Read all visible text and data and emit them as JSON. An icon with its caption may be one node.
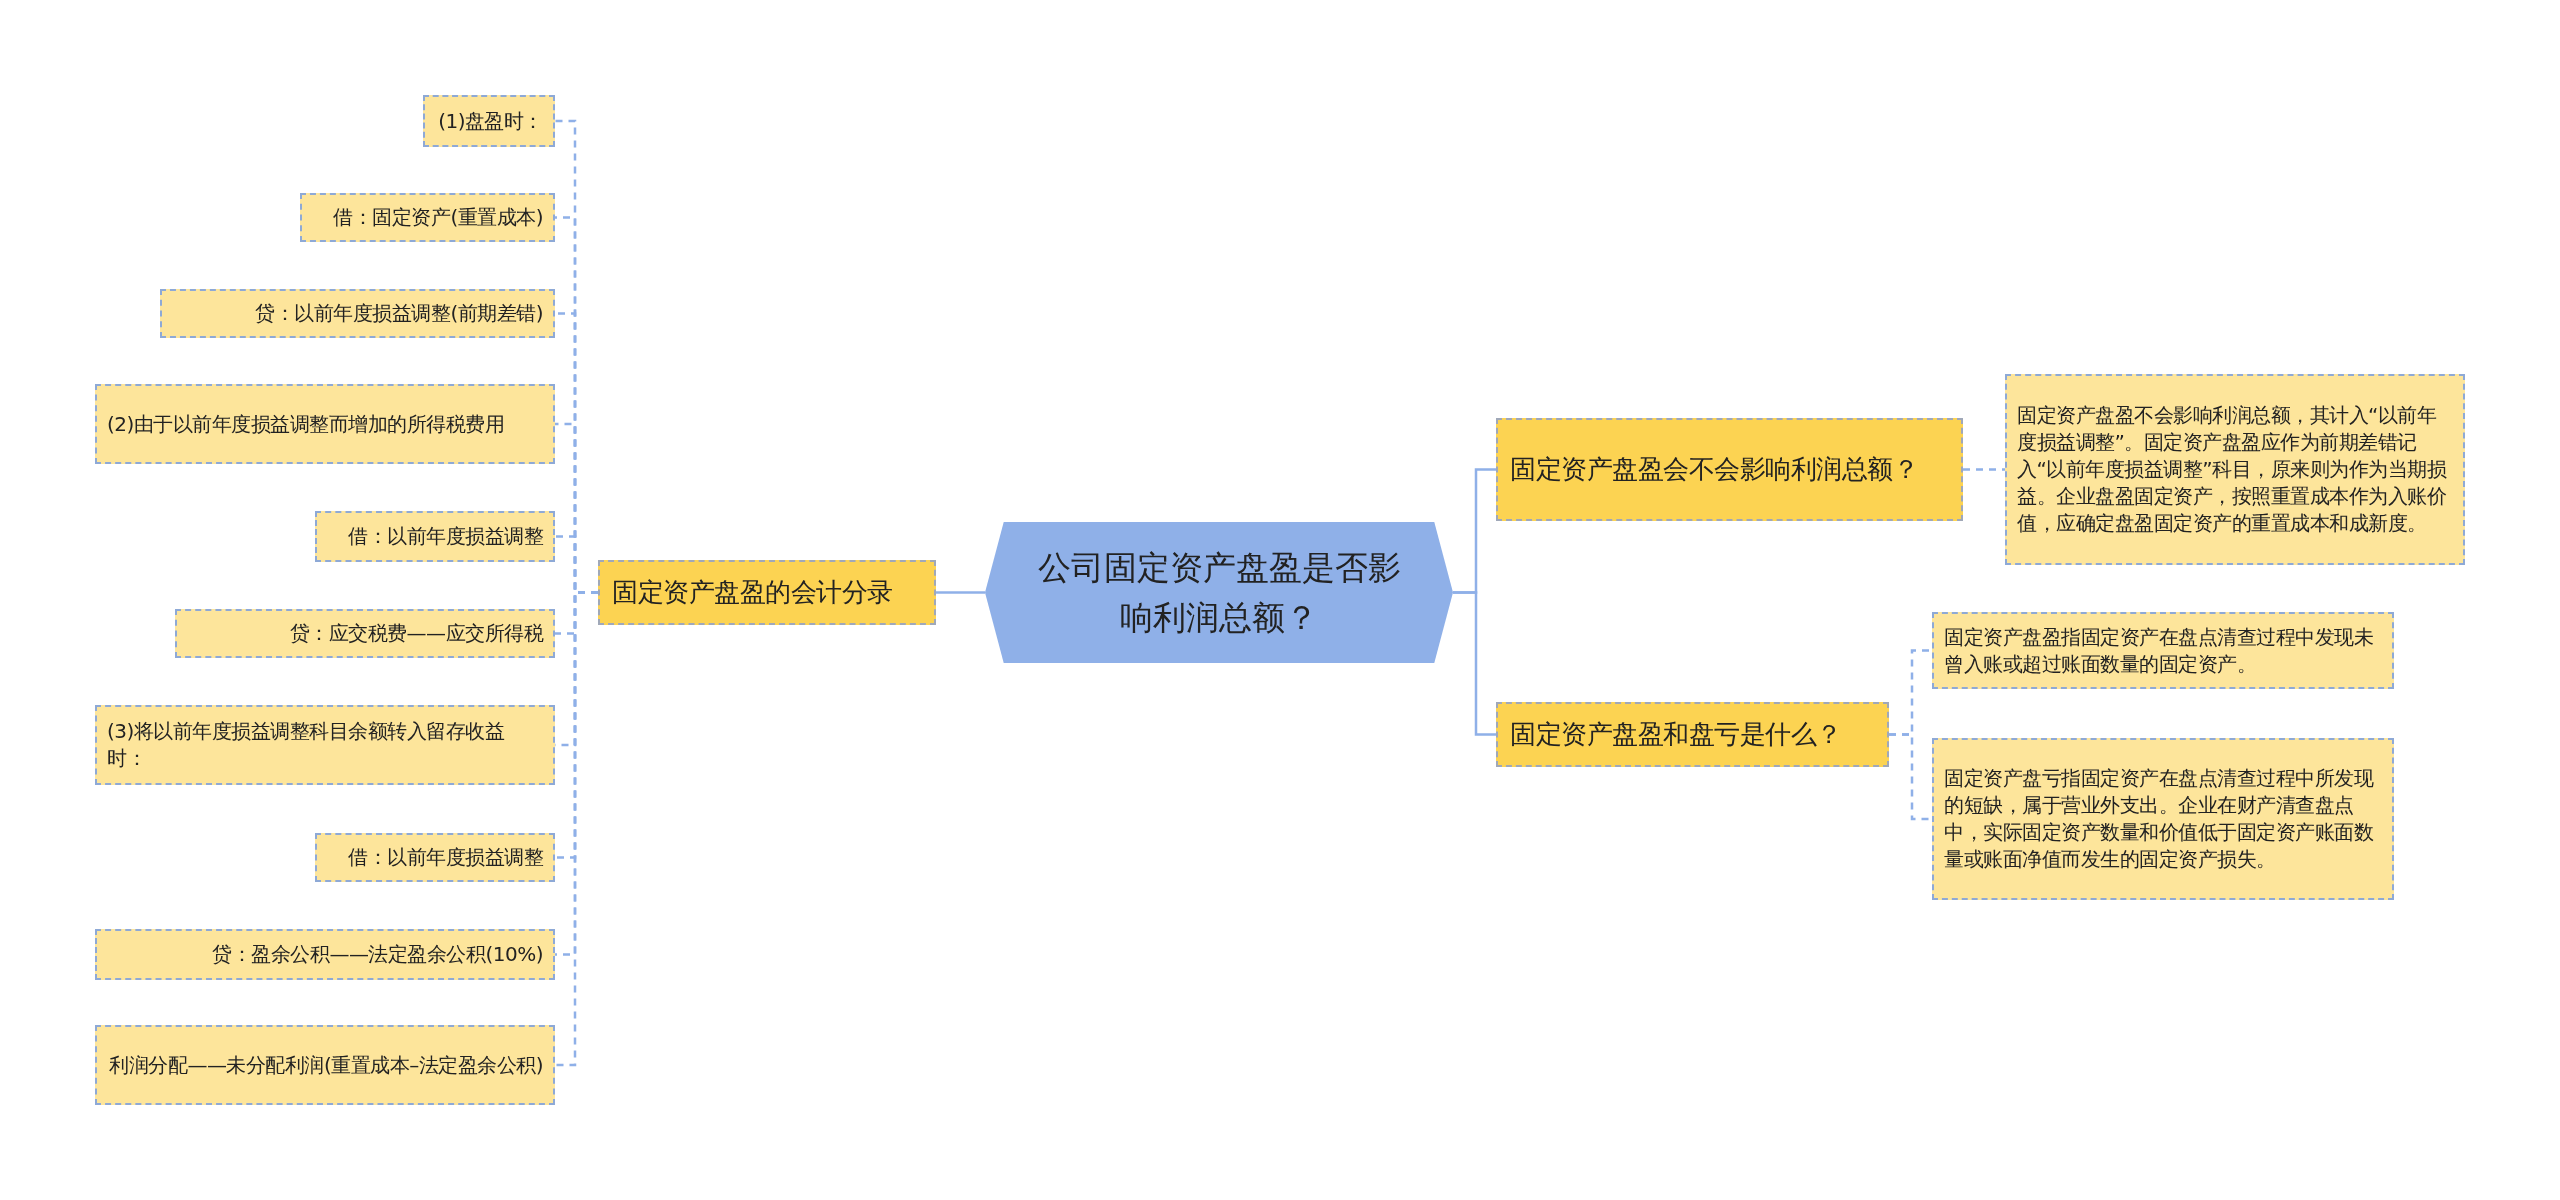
{
  "diagram": {
    "nodes": [
      {
        "text": [
          "公司固定资产盘盈是否影响利润总额？"
        ]
      },
      {
        "text": [
          "固定资产盘盈的会计分录"
        ]
      },
      {
        "text": [
          "固定资产盘盈会不会影响利润总额？"
        ]
      },
      {
        "text": [
          "固定资产盘盈和盘亏是什么？"
        ]
      },
      {
        "text": [
          "(1)盘盈时："
        ]
      },
      {
        "text": [
          "借：固定资产(重置成本)"
        ]
      },
      {
        "text": [
          "贷：以前年度损益调整(前期差错)"
        ]
      },
      {
        "text": [
          "(2)由于以前年度损益调整而增加的所得税费用"
        ]
      },
      {
        "text": [
          "借：以前年度损益调整"
        ]
      },
      {
        "text": [
          "贷：应交税费——应交所得税"
        ]
      },
      {
        "text": [
          "(3)将以前年度损益调整科目余额转入留存收益时："
        ]
      },
      {
        "text": [
          "借：以前年度损益调整"
        ]
      },
      {
        "text": [
          "贷：盈余公积——法定盈余公积(10%)"
        ]
      },
      {
        "text": [
          "利润分配——未分配利润(重置成本–法定盈余公积)"
        ]
      },
      {
        "text": [
          "固定资产盘盈不会影响利润总额，其计入“以前年度损益调整”。固定资产盘盈应作为前期差错记入“以前年度损益调整”科目，原来则为作为当期损益。企业盘盈固定资产，按照重置成本作为入账价值，应确定盘盈固定资产的重置成本和成新度。"
        ]
      },
      {
        "text": [
          "固定资产盘盈指固定资产在盘点清查过程中发现未曾入账或超过账面数量的固定资产。"
        ]
      },
      {
        "text": [
          "固定资产盘亏指固定资产在盘点清查过程中所发现的短缺，属于营业外支出。企业在财产清查盘点中，实际固定资产数量和价值低于固定资产账面数量或账面净值而发生的固定资产损失。"
        ]
      }
    ],
    "edges": [
      {
        "from": 0,
        "to": 1,
        "arrow": "none"
      },
      {
        "from": 0,
        "to": 2,
        "arrow": "none"
      },
      {
        "from": 0,
        "to": 3,
        "arrow": "none"
      },
      {
        "from": 1,
        "to": 4,
        "arrow": "none",
        "style": "dashed"
      },
      {
        "from": 1,
        "to": 5,
        "arrow": "none",
        "style": "dashed"
      },
      {
        "from": 1,
        "to": 6,
        "arrow": "none",
        "style": "dashed"
      },
      {
        "from": 1,
        "to": 7,
        "arrow": "none",
        "style": "dashed"
      },
      {
        "from": 1,
        "to": 8,
        "arrow": "none",
        "style": "dashed"
      },
      {
        "from": 1,
        "to": 9,
        "arrow": "none",
        "style": "dashed"
      },
      {
        "from": 1,
        "to": 10,
        "arrow": "none",
        "style": "dashed"
      },
      {
        "from": 1,
        "to": 11,
        "arrow": "none",
        "style": "dashed"
      },
      {
        "from": 1,
        "to": 12,
        "arrow": "none",
        "style": "dashed"
      },
      {
        "from": 1,
        "to": 13,
        "arrow": "none",
        "style": "dashed"
      },
      {
        "from": 2,
        "to": 14,
        "arrow": "none",
        "style": "dashed"
      },
      {
        "from": 3,
        "to": 15,
        "arrow": "none",
        "style": "dashed"
      },
      {
        "from": 3,
        "to": 16,
        "arrow": "none",
        "style": "dashed"
      }
    ]
  }
}
